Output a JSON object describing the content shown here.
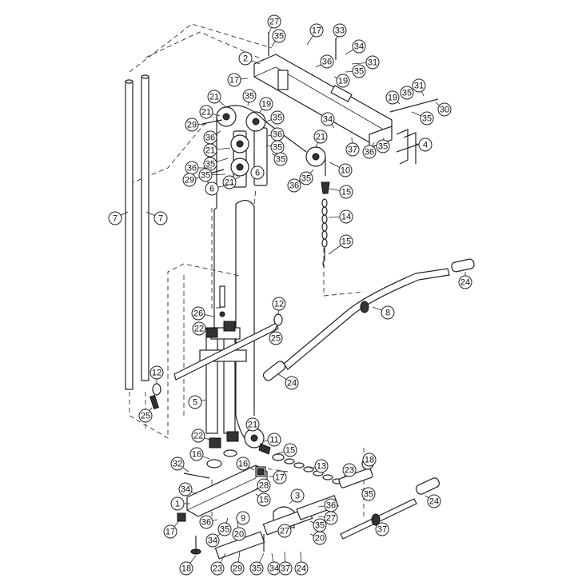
{
  "figure": {
    "part_numbers": [
      "1",
      "2",
      "3",
      "4",
      "5",
      "6",
      "7",
      "8",
      "9",
      "10",
      "11",
      "12",
      "13",
      "14",
      "15",
      "16",
      "17",
      "18",
      "19",
      "20",
      "21",
      "22",
      "23",
      "24",
      "25",
      "26",
      "27",
      "28",
      "29",
      "30",
      "31",
      "32",
      "33",
      "34",
      "35",
      "36",
      "37"
    ]
  },
  "callouts": [
    {
      "label": "27"
    },
    {
      "label": "35"
    },
    {
      "label": "17"
    },
    {
      "label": "33"
    },
    {
      "label": "34"
    },
    {
      "label": "2"
    },
    {
      "label": "36"
    },
    {
      "label": "31"
    },
    {
      "label": "35"
    },
    {
      "label": "17"
    },
    {
      "label": "19"
    },
    {
      "label": "21"
    },
    {
      "label": "35"
    },
    {
      "label": "19"
    },
    {
      "label": "21"
    },
    {
      "label": "35"
    },
    {
      "label": "29"
    },
    {
      "label": "36"
    },
    {
      "label": "36"
    },
    {
      "label": "35"
    },
    {
      "label": "21"
    },
    {
      "label": "35"
    },
    {
      "label": "36"
    },
    {
      "label": "29"
    },
    {
      "label": "35"
    },
    {
      "label": "6"
    },
    {
      "label": "21"
    },
    {
      "label": "6"
    },
    {
      "label": "35"
    },
    {
      "label": "36"
    },
    {
      "label": "35"
    },
    {
      "label": "21"
    },
    {
      "label": "19"
    },
    {
      "label": "35"
    },
    {
      "label": "31"
    },
    {
      "label": "30"
    },
    {
      "label": "35"
    },
    {
      "label": "34"
    },
    {
      "label": "37"
    },
    {
      "label": "36"
    },
    {
      "label": "35"
    },
    {
      "label": "4"
    },
    {
      "label": "10"
    },
    {
      "label": "15"
    },
    {
      "label": "14"
    },
    {
      "label": "15"
    },
    {
      "label": "7"
    },
    {
      "label": "7"
    },
    {
      "label": "24"
    },
    {
      "label": "8"
    },
    {
      "label": "26"
    },
    {
      "label": "12"
    },
    {
      "label": "22"
    },
    {
      "label": "25"
    },
    {
      "label": "24"
    },
    {
      "label": "12"
    },
    {
      "label": "5"
    },
    {
      "label": "25"
    },
    {
      "label": "21"
    },
    {
      "label": "22"
    },
    {
      "label": "11"
    },
    {
      "label": "16"
    },
    {
      "label": "15"
    },
    {
      "label": "32"
    },
    {
      "label": "16"
    },
    {
      "label": "13"
    },
    {
      "label": "17"
    },
    {
      "label": "23"
    },
    {
      "label": "18"
    },
    {
      "label": "34"
    },
    {
      "label": "28"
    },
    {
      "label": "35"
    },
    {
      "label": "15"
    },
    {
      "label": "1"
    },
    {
      "label": "3"
    },
    {
      "label": "36"
    },
    {
      "label": "24"
    },
    {
      "label": "17"
    },
    {
      "label": "36"
    },
    {
      "label": "35"
    },
    {
      "label": "27"
    },
    {
      "label": "20"
    },
    {
      "label": "35"
    },
    {
      "label": "34"
    },
    {
      "label": "9"
    },
    {
      "label": "27"
    },
    {
      "label": "37"
    },
    {
      "label": "20"
    },
    {
      "label": "18"
    },
    {
      "label": "23"
    },
    {
      "label": "29"
    },
    {
      "label": "35"
    },
    {
      "label": "34"
    },
    {
      "label": "37"
    },
    {
      "label": "24"
    }
  ]
}
